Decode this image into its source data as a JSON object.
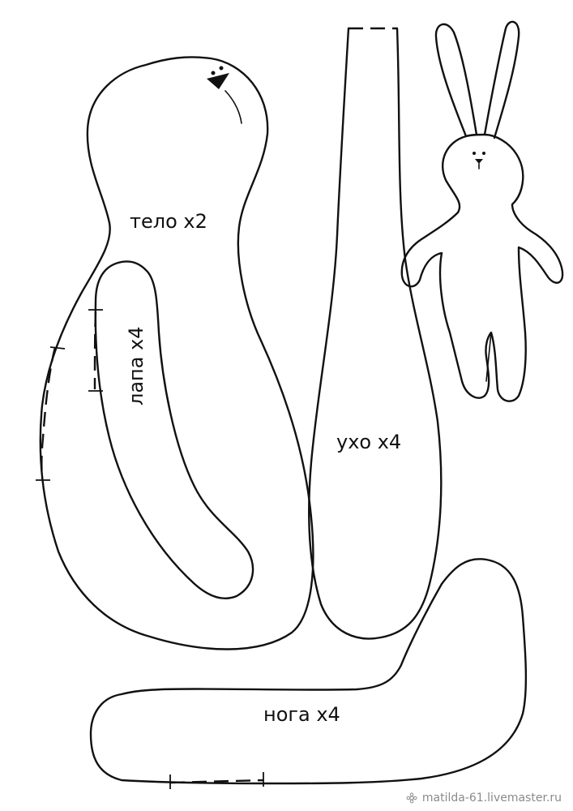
{
  "pieces": {
    "body": {
      "label": "тело х2"
    },
    "paw": {
      "label": "лапа х4"
    },
    "ear": {
      "label": "ухо х4"
    },
    "leg": {
      "label": "нога х4"
    }
  },
  "watermark": {
    "text": "matilda-61.livemaster.ru",
    "icon": "flower-logo-icon"
  },
  "colors": {
    "line": "#111111",
    "background": "#ffffff",
    "watermark": "#8a8a8a"
  }
}
